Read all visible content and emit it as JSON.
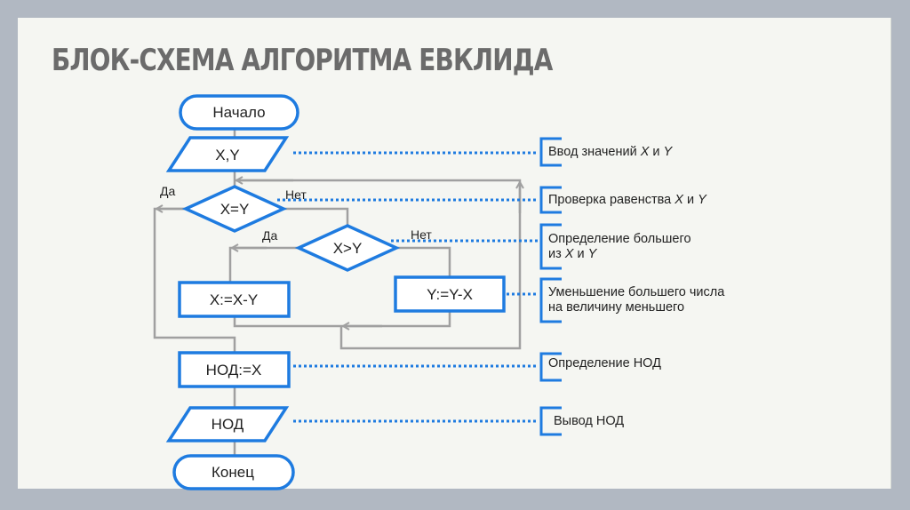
{
  "title": "БЛОК-СХЕМА АЛГОРИТМА ЕВКЛИДА",
  "colors": {
    "accent": "#1e7be0",
    "connector": "#a0a0a0",
    "slide_bg": "#f5f6f2",
    "outer_bg": "#b1b8c2",
    "title": "#6b6b6b"
  },
  "blocks": {
    "start": "Начало",
    "input": "X,Y",
    "cond_equal": "X=Y",
    "cond_greater": "X>Y",
    "assign_x": "X:=X-Y",
    "assign_y": "Y:=Y-X",
    "assign_gcd": "НОД:=X",
    "output": "НОД",
    "end": "Конец"
  },
  "branch_labels": {
    "equal_yes": "Да",
    "equal_no": "Нет",
    "greater_yes": "Да",
    "greater_no": "Нет"
  },
  "notes": [
    {
      "text": "Ввод значений ",
      "x": "X",
      "and": " и ",
      "y": "Y"
    },
    {
      "text": "Проверка равенства ",
      "x": "X",
      "and": " и ",
      "y": "Y"
    },
    {
      "line1": "Определение большего",
      "text": "из ",
      "x": "X",
      "and": " и ",
      "y": "Y"
    },
    {
      "line1": "Уменьшение большего числа",
      "line2": "на величину меньшего"
    },
    {
      "text": "Определение НОД"
    },
    {
      "text": "Вывод НОД"
    }
  ]
}
